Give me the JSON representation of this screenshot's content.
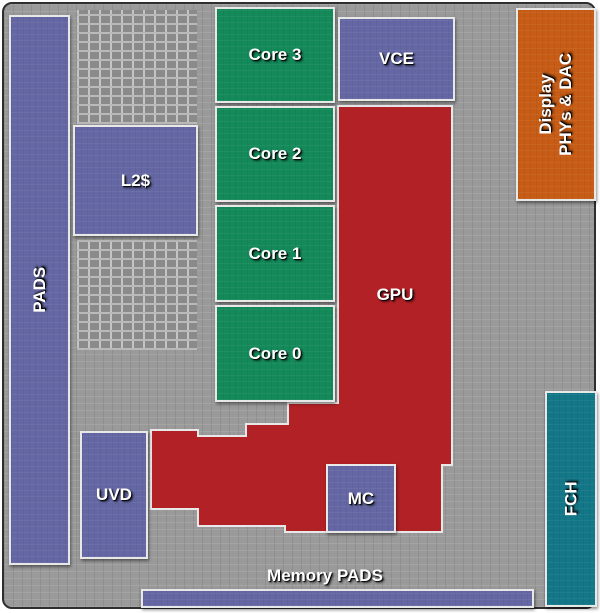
{
  "diagram": {
    "title": "",
    "colors": {
      "io_blue": "#6467a3",
      "cpu_green": "#148a5a",
      "gpu_red": "#b22126",
      "display_orange": "#c65c15",
      "fch_teal": "#137787",
      "die_gray": "#9a9a9a"
    },
    "blocks": {
      "pads": {
        "label": "PADS",
        "color": "io_blue",
        "orientation": "vertical"
      },
      "l2": {
        "label": "L2$",
        "color": "io_blue"
      },
      "core3": {
        "label": "Core 3",
        "color": "cpu_green"
      },
      "core2": {
        "label": "Core 2",
        "color": "cpu_green"
      },
      "core1": {
        "label": "Core 1",
        "color": "cpu_green"
      },
      "core0": {
        "label": "Core 0",
        "color": "cpu_green"
      },
      "vce": {
        "label": "VCE",
        "color": "io_blue"
      },
      "gpu": {
        "label": "GPU",
        "color": "gpu_red"
      },
      "display": {
        "label_line1": "Display",
        "label_line2": "PHYs & DAC",
        "color": "display_orange",
        "orientation": "vertical"
      },
      "uvd": {
        "label": "UVD",
        "color": "io_blue"
      },
      "mc": {
        "label": "MC",
        "color": "io_blue"
      },
      "fch": {
        "label": "FCH",
        "color": "fch_teal",
        "orientation": "vertical"
      },
      "memory_pads": {
        "label": "Memory PADS",
        "color": "io_blue"
      }
    }
  }
}
